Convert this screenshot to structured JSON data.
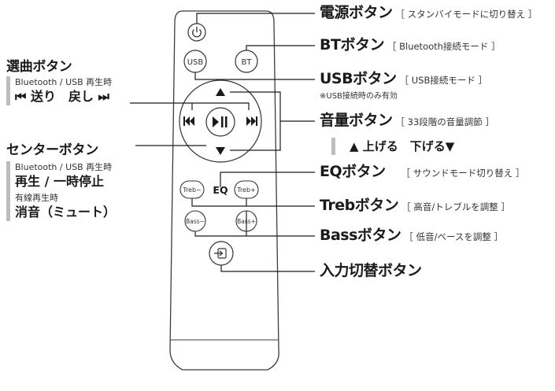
{
  "remote": {
    "power_icon": "power-icon",
    "usb_label": "USB",
    "bt_label": "BT",
    "dpad_up": "▲",
    "dpad_down": "▼",
    "dpad_prev": "⏮",
    "dpad_play": "⏯",
    "dpad_next": "⏭",
    "treb_minus": "Treb−",
    "eq": "EQ",
    "treb_plus": "Treb+",
    "bass_minus": "Bass−",
    "bass_plus": "Bass+",
    "input_icon": "input-switch-icon"
  },
  "callouts": {
    "power": {
      "title": "電源ボタン",
      "sub": "［ スタンバイモードに切り替え ］"
    },
    "bt": {
      "title": "BTボタン",
      "sub": "［ Bluetooth接続モード ］"
    },
    "usb": {
      "title": "USBボタン",
      "sub": "［ USB接続モード ］",
      "note": "※USB接続時のみ有効"
    },
    "volume": {
      "title": "音量ボタン",
      "sub": "［ 33段階の音量調節 ］",
      "detail": "▲ 上げる　下げる▼"
    },
    "eq": {
      "title": "EQボタン",
      "sub": "［ サウンドモード切り替え ］"
    },
    "treb": {
      "title": "Trebボタン",
      "sub": "［ 高音/トレブルを調整 ］"
    },
    "bass": {
      "title": "Bassボタン",
      "sub": "［ 低音/ベースを調整 ］"
    },
    "input": {
      "title": "入力切替ボタン"
    }
  },
  "left": {
    "track": {
      "title": "選曲ボタン",
      "mode": "Bluetooth / USB 再生時",
      "action": "⏮ 送り　戻し ⏭"
    },
    "center": {
      "title": "センターボタン",
      "mode1": "Bluetooth / USB 再生時",
      "action1": "再生 / 一時停止",
      "mode2": "有線再生時",
      "action2": "消音（ミュート）"
    }
  }
}
